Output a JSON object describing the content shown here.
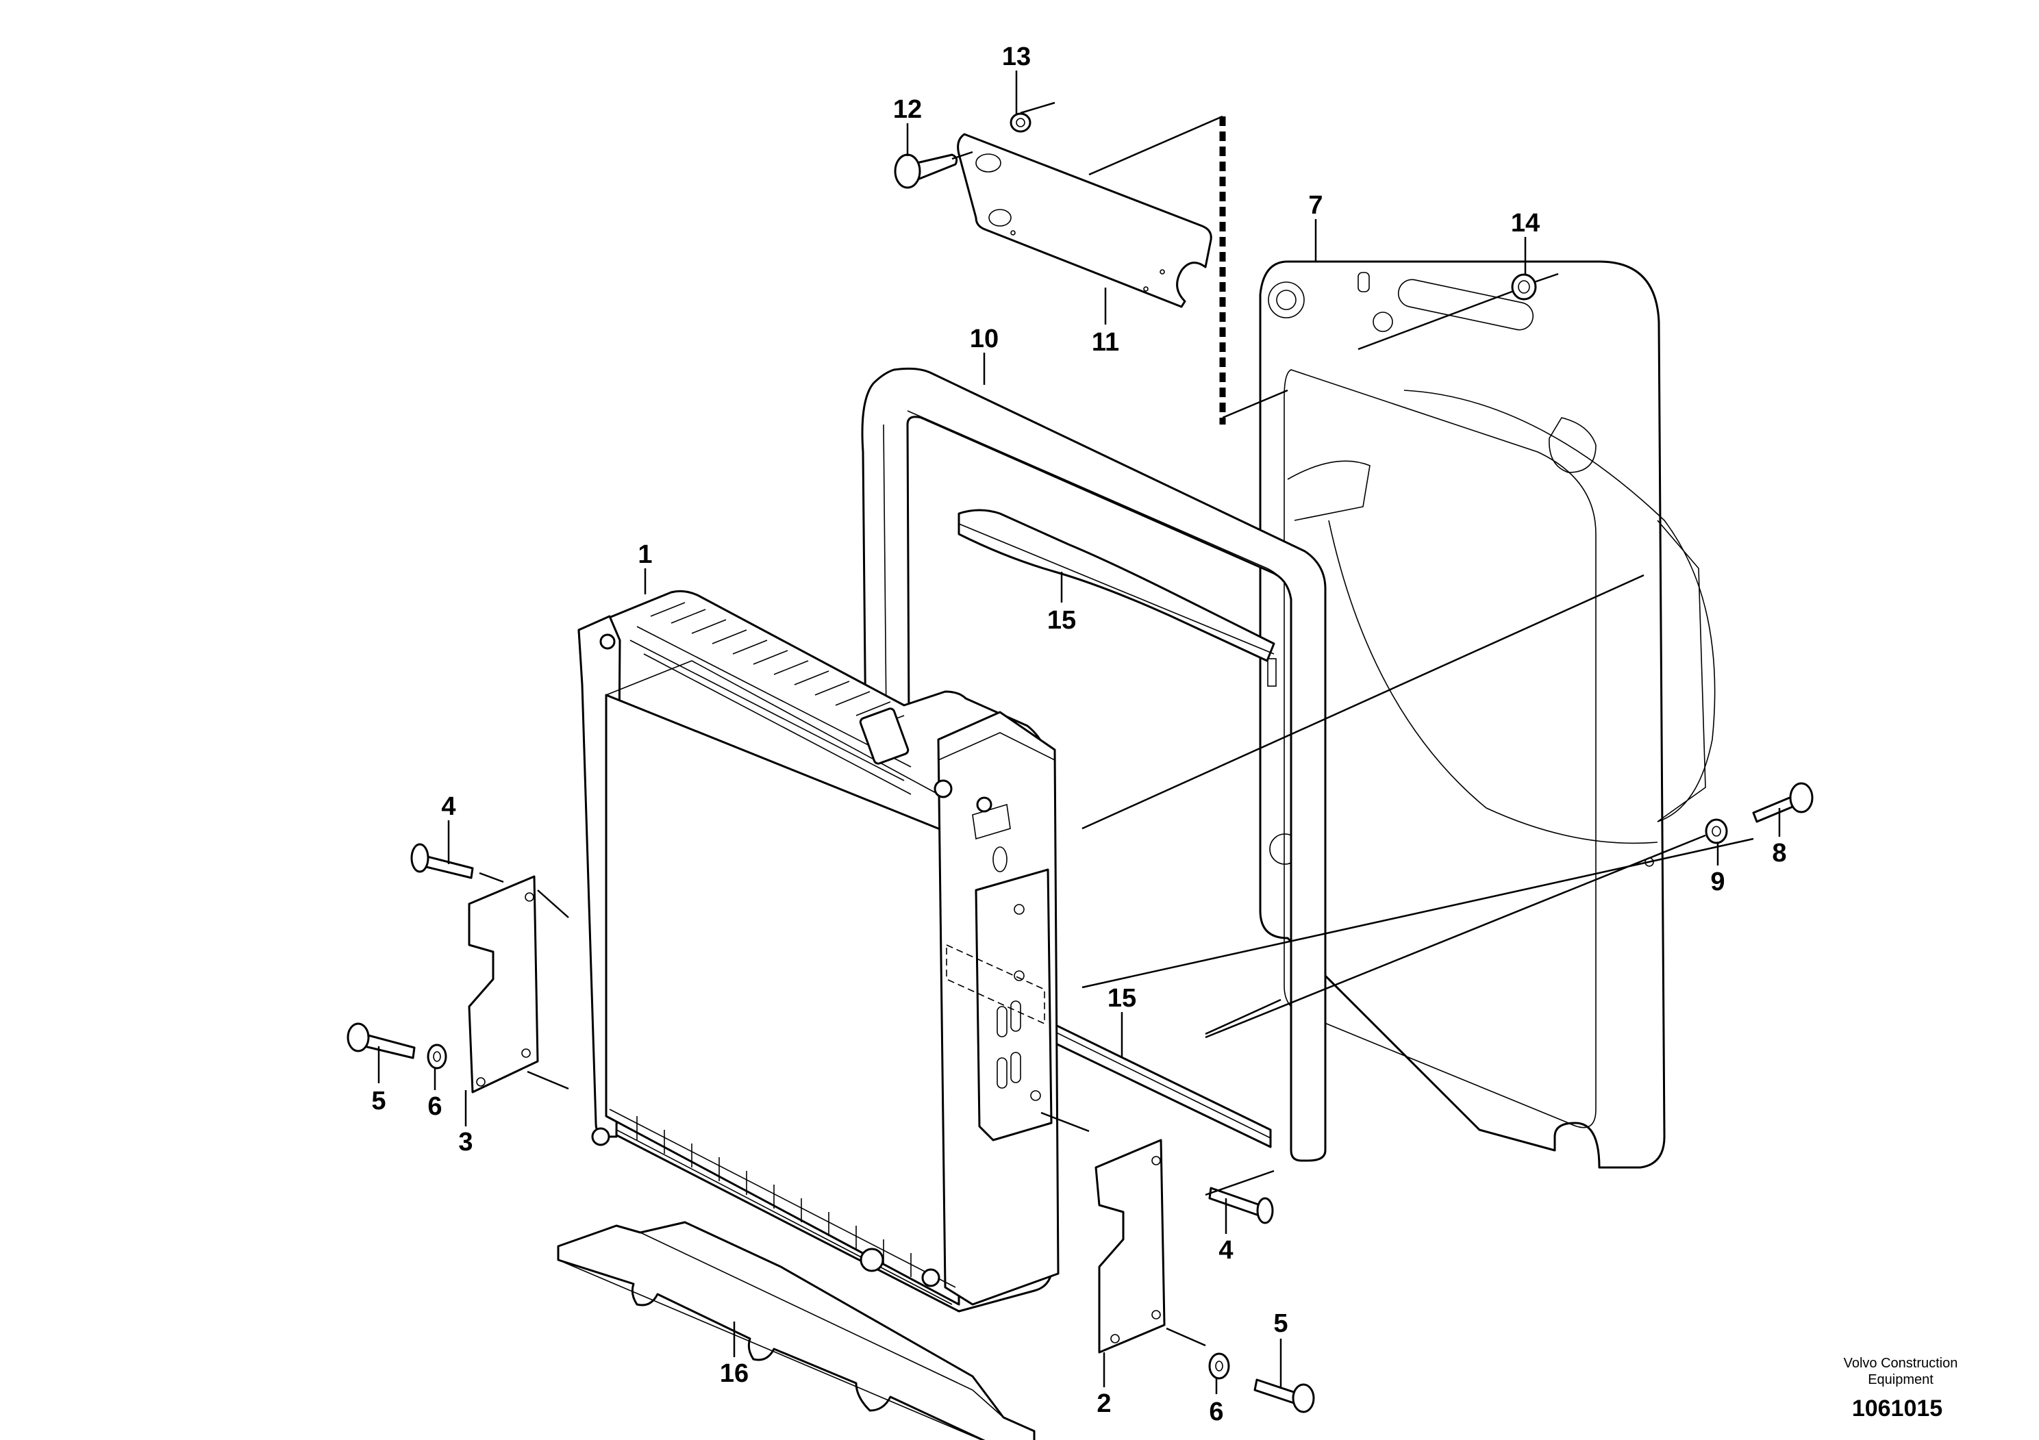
{
  "diagram": {
    "callouts": {
      "c1": "1",
      "c2": "2",
      "c3": "3",
      "c4a": "4",
      "c4b": "4",
      "c5a": "5",
      "c5b": "5",
      "c6a": "6",
      "c6b": "6",
      "c7": "7",
      "c8": "8",
      "c9": "9",
      "c10": "10",
      "c11": "11",
      "c12": "12",
      "c13": "13",
      "c14": "14",
      "c15a": "15",
      "c15b": "15",
      "c16": "16"
    },
    "credit_line1": "Volvo Construction",
    "credit_line2": "Equipment",
    "doc_number": "1061015"
  }
}
